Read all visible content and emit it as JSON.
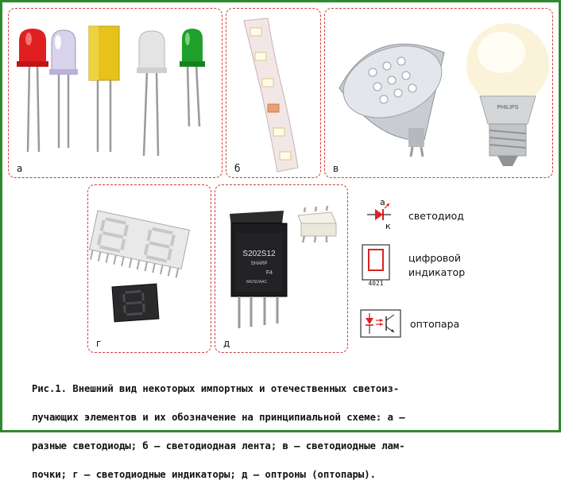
{
  "panels": {
    "a": {
      "label": "а"
    },
    "b": {
      "label": "б"
    },
    "v": {
      "label": "в"
    },
    "g": {
      "label": "г"
    },
    "d": {
      "label": "д"
    }
  },
  "components": {
    "lamp_brand": "PHILIPS",
    "optocoupler_marking_1": "S202S12",
    "optocoupler_marking_2": "SHARP",
    "optocoupler_marking_3": "F4",
    "optocoupler_marking_4": "8A2SDAAC",
    "indicator_digits": "4021"
  },
  "legend": {
    "led_anode": "а",
    "led_cathode": "к",
    "led": "светодиод",
    "indicator_line1": "цифровой",
    "indicator_line2": "индикатор",
    "optocoupler": "оптопара"
  },
  "caption": {
    "line1": "Рис.1. Внешний вид некоторых импортных и отечественных светоиз-",
    "line2": "лучающих элементов и их обозначение на принципиальной схеме: а –",
    "line3": "разные светодиоды; б – светодиодная лента; в – светодиодные лам-",
    "line4": "почки; г – светодиодные индикаторы; д – оптроны (оптопары)."
  },
  "colors": {
    "frame": "#2f8a2f",
    "dashed_border": "#d43b3b",
    "led_red": "#e02020",
    "led_green": "#1fa02a",
    "led_yellow": "#e6c21a"
  }
}
